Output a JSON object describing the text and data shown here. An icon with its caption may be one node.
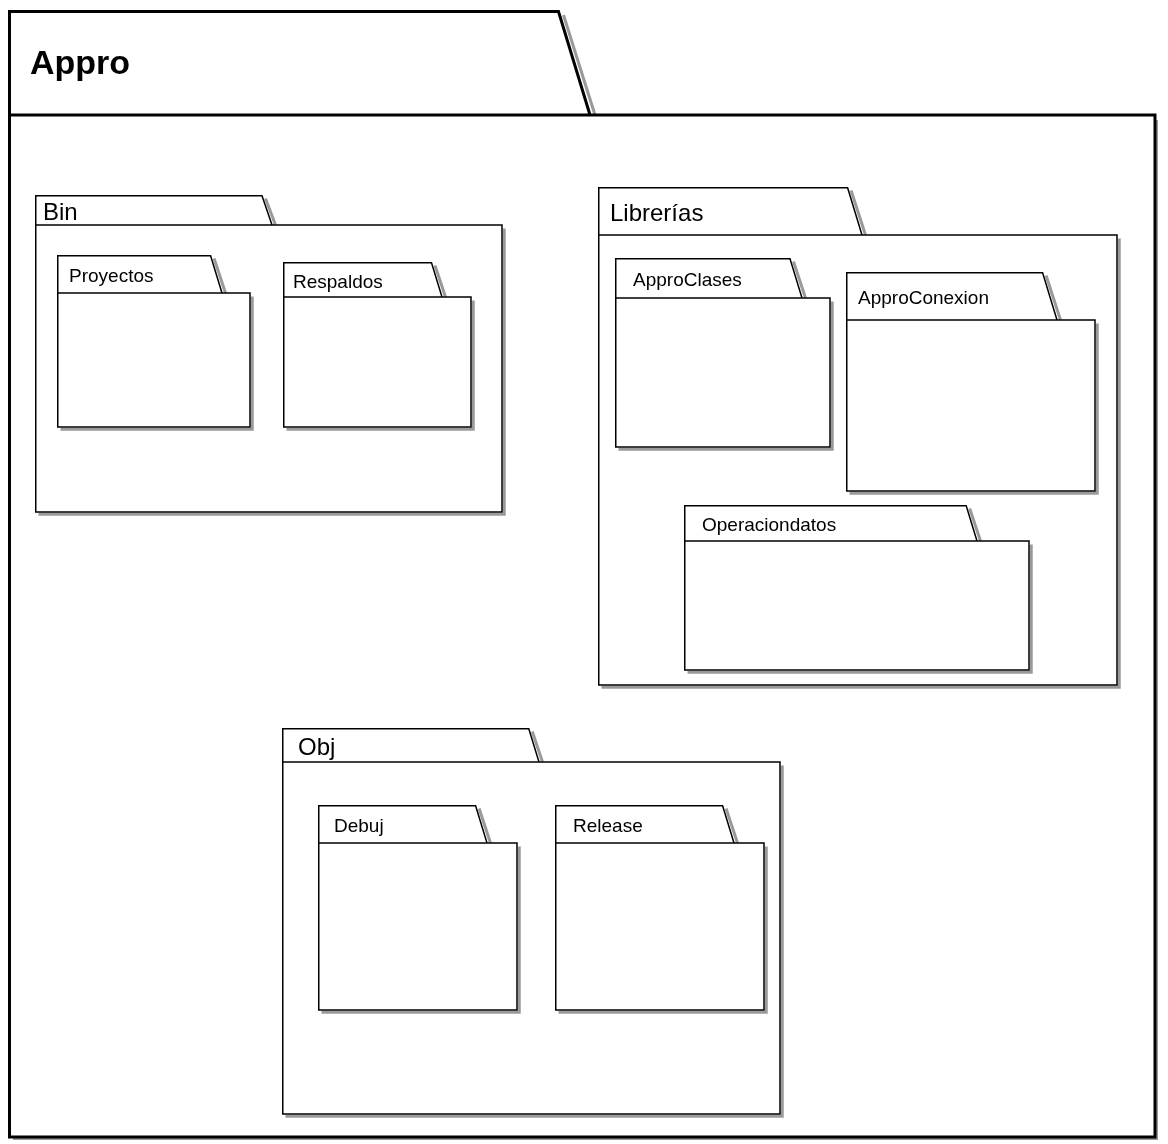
{
  "diagram": {
    "nodes": [
      {
        "text": [
          "Appro"
        ]
      },
      {
        "text": [
          "Bin"
        ],
        "in": 0
      },
      {
        "text": [
          "Proyectos"
        ],
        "in": 1
      },
      {
        "text": [
          "Respaldos"
        ],
        "in": 1
      },
      {
        "text": [
          "Librerías"
        ],
        "in": 0
      },
      {
        "text": [
          "ApproClases"
        ],
        "in": 4
      },
      {
        "text": [
          "ApproConexion"
        ],
        "in": 4
      },
      {
        "text": [
          "Operaciondatos"
        ],
        "in": 4
      },
      {
        "text": [
          "Obj"
        ],
        "in": 0
      },
      {
        "text": [
          "Debuj"
        ],
        "in": 8
      },
      {
        "text": [
          "Release"
        ],
        "in": 8
      }
    ]
  }
}
